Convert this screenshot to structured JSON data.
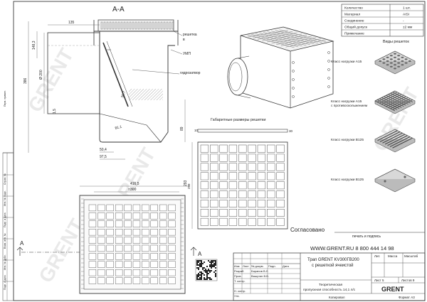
{
  "sheet": {
    "section_label": "А-А",
    "section_arrow": "А",
    "plan_arrow_left": "А",
    "plan_arrow_right": "А",
    "overall_size_caption": "Габаритные размеры решетки",
    "grates_caption": "Виды решеток",
    "approved_label": "Согласовано",
    "signature_caption": "печать и подпись",
    "contact_line": "WWW.GRENT.RU   8 800 444 14 98",
    "watermark": "GRENT"
  },
  "section_dims": {
    "width_top": "135",
    "height_side": "148,3",
    "dia_body": "Ø 200",
    "height_total": "386",
    "h_small": "1,5",
    "angle": "30,7",
    "bottom_81": "81,1",
    "bottom_50": "50,4",
    "bottom_97": "97,5",
    "side_89": "89"
  },
  "section_callouts": {
    "grate": "решетка",
    "grate2": "в",
    "ump": "УМП",
    "hydroseal": "гидрозатвор"
  },
  "plan_dims": {
    "width_outer": "416,5",
    "width_inner": "□300",
    "height_side": "293"
  },
  "grate_dims": {
    "top_10": "10",
    "side_30": "30",
    "side_298": "298"
  },
  "spec_table": {
    "rows": [
      {
        "label": "Количество",
        "value": "1 шт."
      },
      {
        "label": "Материал",
        "value": "AISI"
      },
      {
        "label": "Соединение",
        "value": "-"
      },
      {
        "label": "Общий допуск",
        "value": "±2 мм"
      },
      {
        "label": "Примечание",
        "value": ""
      }
    ]
  },
  "grate_types": [
    {
      "label": "Класс нагрузки А15"
    },
    {
      "label": "Класс нагрузки А15\nс противоскольжением"
    },
    {
      "label": "Класс нагрузки В125"
    },
    {
      "label": "Класс нагрузки В125"
    }
  ],
  "title_block": {
    "product_title_1": "Трап GRENT KV300ГВ200",
    "product_title_2": "с решеткой ячеистой",
    "capacity_1": "Теоретическая",
    "capacity_2": "пропускная способность 14,1 л/с",
    "col_headers": [
      "Изм",
      "Лист",
      "№ докум.",
      "Подп.",
      "Дата"
    ],
    "roles": [
      {
        "role": "Разраб.",
        "name": "Баранов В.Л."
      },
      {
        "role": "Пров.",
        "name": "Вашутин В.В."
      },
      {
        "role": "Т. контр.",
        "name": ""
      },
      {
        "role": "",
        "name": ""
      },
      {
        "role": "Н. контр.",
        "name": ""
      },
      {
        "role": "Утв.",
        "name": ""
      }
    ],
    "lit_label": "Лит.",
    "mass_label": "Масса",
    "scale_label": "Масштаб",
    "sheet_label": "Лист 5",
    "sheets_label": "Листов 9",
    "copied_label": "Копировал",
    "format_label": "Формат А3",
    "brand": "GRENT"
  },
  "left_margin_labels": [
    "Подп. и дата",
    "Инв. № дубл.",
    "Взам. инв. №",
    "Подп. и дата",
    "Инв. № подл.",
    "Справ. №",
    "Перв. примен."
  ]
}
